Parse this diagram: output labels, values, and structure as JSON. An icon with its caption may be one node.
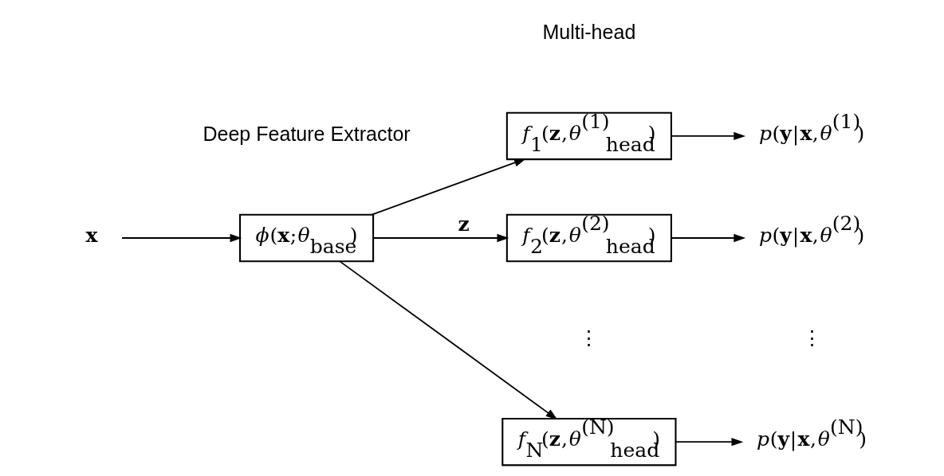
{
  "diagram": {
    "nodes": [
      {
        "text": [
          "**x**"
        ]
      },
      {
        "text": [
          "*ϕ*(**x**;*θ*$_{base}$)"
        ]
      },
      {
        "text": [
          "*f*$_{1}$(**z**,*θ*$^{(1)}$$_{head}$)"
        ]
      },
      {
        "text": [
          "*f*$_{2}$(**z**,*θ*$^{(2)}$$_{head}$)"
        ]
      },
      {
        "text": [
          "*f*$_{N}$(**z**,*θ*$^{(N)}$$_{head}$)"
        ]
      },
      {
        "text": [
          "*p*(**y**|**x**,*θ*$^{(1)}$)"
        ]
      },
      {
        "text": [
          "*p*(**y**|**x**,*θ*$^{(2)}$)"
        ]
      },
      {
        "text": [
          "*p*(**y**|**x**,*θ*$^{(N)}$)"
        ]
      }
    ],
    "edges": [
      {
        "from": 0,
        "to": 1,
        "arrow": "to"
      },
      {
        "from": 1,
        "to": 2,
        "arrow": "to"
      },
      {
        "from": 1,
        "to": 3,
        "arrow": "to",
        "label": "**z**"
      },
      {
        "from": 1,
        "to": 4,
        "arrow": "to"
      },
      {
        "from": 2,
        "to": 5,
        "arrow": "to"
      },
      {
        "from": 3,
        "to": 6,
        "arrow": "to"
      },
      {
        "from": 4,
        "to": 7,
        "arrow": "to"
      }
    ],
    "labels": [
      "Multi-head",
      "Deep Feature Extractor",
      "⋮",
      "⋮"
    ]
  }
}
